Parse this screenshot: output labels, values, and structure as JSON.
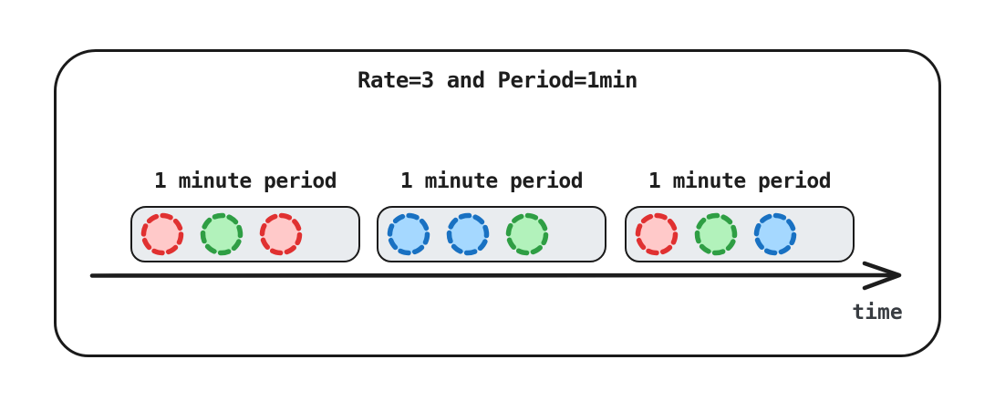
{
  "diagram": {
    "title": "Rate=3 and Period=1min",
    "time_axis_label": "time",
    "periods": [
      {
        "label": "1 minute period",
        "requests": [
          "red",
          "green",
          "red"
        ]
      },
      {
        "label": "1 minute period",
        "requests": [
          "blue",
          "blue",
          "green"
        ]
      },
      {
        "label": "1 minute period",
        "requests": [
          "red",
          "green",
          "blue"
        ]
      }
    ]
  },
  "colors": {
    "red": {
      "stroke": "#e03131",
      "fill": "#ffc9c9"
    },
    "green": {
      "stroke": "#2f9e44",
      "fill": "#b2f2bb"
    },
    "blue": {
      "stroke": "#1971c2",
      "fill": "#a5d8ff"
    },
    "box_fill": "#e9ecef",
    "outline": "#1a1a1a",
    "arrow": "#1d1d1d"
  }
}
